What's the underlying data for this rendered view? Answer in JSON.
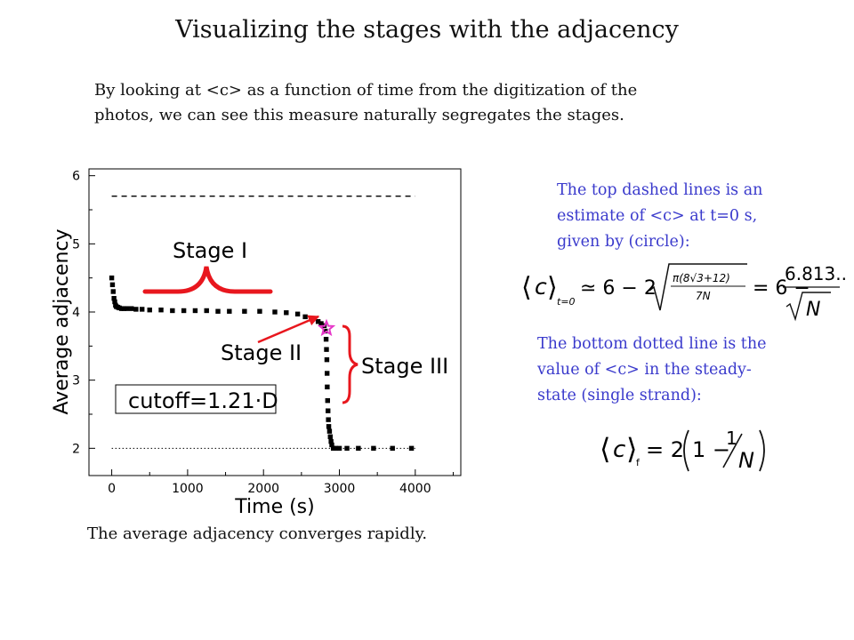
{
  "slide": {
    "title": "Visualizing the stages with the adjacency",
    "intro_line1": "By looking at <c> as a function of time from the digitization of the",
    "intro_line2": "photos, we can see this measure naturally segregates the stages.",
    "caption": "The average adjacency converges rapidly.",
    "note_top_line1": "The top dashed lines is an",
    "note_top_line2": "estimate of <c> at t=0 s,",
    "note_top_line3": "given by (circle):",
    "note_bottom_line1": "The bottom dotted line is the",
    "note_bottom_line2": "value of <c> in the steady-",
    "note_bottom_line3": "state (single strand):"
  },
  "formula_top": {
    "lhs_c": "c",
    "lhs_sub": "t=0",
    "approx": "≃ 6 − 2",
    "radicand_num": "π(8√3+12)",
    "radicand_den": "7N",
    "equals": "= 6 −",
    "fraction_num": "6.813...",
    "fraction_den": "N"
  },
  "formula_bottom": {
    "lhs_c": "c",
    "lhs_sub": "f",
    "rhs_prefix": "= 2",
    "one_minus": "1 −",
    "one": "1",
    "den": "N"
  },
  "colors": {
    "annotation_red": "#e8171e",
    "note_blue": "#3a3acc",
    "star_magenta": "#e636c8",
    "data_black": "#000000"
  },
  "chart_data": {
    "type": "scatter",
    "xlabel": "Time (s)",
    "ylabel": "Average adjacency",
    "xlim": [
      -300,
      4600
    ],
    "ylim": [
      1.6,
      6.1
    ],
    "xticks": [
      0,
      1000,
      2000,
      3000,
      4000
    ],
    "yticks": [
      2,
      3,
      4,
      5,
      6
    ],
    "xtick_labels": [
      "0",
      "1000",
      "2000",
      "3000",
      "4000"
    ],
    "ytick_labels": [
      "2",
      "3",
      "4",
      "5",
      "6"
    ],
    "grid": false,
    "reference_lines": [
      {
        "y": 5.7,
        "style": "dashed",
        "x_range": [
          0,
          4000
        ]
      },
      {
        "y": 2.0,
        "style": "dotted",
        "x_range": [
          0,
          4000
        ]
      }
    ],
    "series": [
      {
        "x": [
          0,
          10,
          20,
          30,
          40,
          50,
          60,
          80,
          100,
          130,
          160,
          200,
          260,
          320,
          400,
          500,
          650,
          800,
          950,
          1100,
          1250,
          1400,
          1550,
          1750,
          1950,
          2150,
          2300,
          2450,
          2550,
          2650,
          2720,
          2760,
          2800,
          2815,
          2825,
          2830,
          2835,
          2838,
          2840,
          2845,
          2850,
          2855,
          2860,
          2870,
          2880,
          2890,
          2900,
          2920,
          2950,
          3000,
          3100,
          3250,
          3450,
          3700,
          3950
        ],
        "y": [
          4.5,
          4.4,
          4.3,
          4.2,
          4.15,
          4.1,
          4.08,
          4.07,
          4.06,
          4.05,
          4.05,
          4.05,
          4.05,
          4.04,
          4.04,
          4.03,
          4.03,
          4.02,
          4.02,
          4.02,
          4.02,
          4.01,
          4.01,
          4.01,
          4.01,
          4.0,
          3.99,
          3.97,
          3.93,
          3.9,
          3.86,
          3.83,
          3.8,
          3.72,
          3.6,
          3.45,
          3.3,
          3.1,
          2.9,
          2.7,
          2.55,
          2.42,
          2.32,
          2.25,
          2.17,
          2.1,
          2.05,
          2.0,
          2.0,
          2.0,
          2.0,
          2.0,
          2.0,
          2.0,
          2.0
        ]
      }
    ],
    "annotations": [
      {
        "text": "Stage I",
        "x": 1350,
        "y": 4.75
      },
      {
        "text": "Stage II",
        "x": 950,
        "y": 3.25
      },
      {
        "text": "Stage III",
        "x": 3350,
        "y": 3.05
      },
      {
        "text": "cutoff=1.21·D",
        "x": 720,
        "y": 2.57
      }
    ],
    "star_marker": {
      "x": 2830,
      "y": 3.76
    }
  }
}
